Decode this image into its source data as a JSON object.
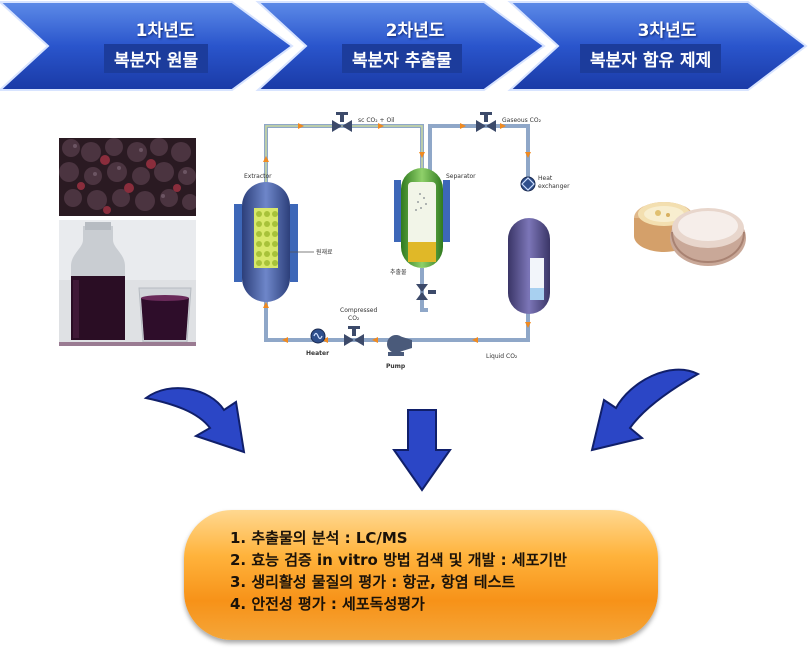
{
  "banner": {
    "stages": [
      {
        "year": "1차년도",
        "label": "복분자 원물"
      },
      {
        "year": "2차년도",
        "label": "복분자 추출물"
      },
      {
        "year": "3차년도",
        "label": "복분자 함유 제제"
      }
    ]
  },
  "diagram": {
    "labels": {
      "sc_co2_oil": "sc CO₂ + Oil",
      "gaseous_co2": "Gaseous CO₂",
      "extractor": "Extractor",
      "separator": "Separator",
      "heat_exchanger_1": "Heat",
      "heat_exchanger_2": "exchanger",
      "raw_material": "원재료",
      "extract": "추출물",
      "compressed_1": "Compressed",
      "compressed_2": "CO₂",
      "heater": "Heater",
      "pump": "Pump",
      "liquid_co2": "Liquid CO₂"
    }
  },
  "results": {
    "items": [
      {
        "num": "1.",
        "text": "추출물의 분석 : LC/MS"
      },
      {
        "num": "2.",
        "text": "효능 검증 in vitro 방법 검색 및 개발 : 세포기반"
      },
      {
        "num": "3.",
        "text": "생리활성 물질의 평가 : 항균, 항염  테스트"
      },
      {
        "num": "4.",
        "text": " 안전성 평가 : 세포독성평가"
      }
    ]
  },
  "colors": {
    "banner_blue": "#2450c8",
    "arrow_blue": "#2b46c6",
    "box_orange": "#f79218"
  }
}
